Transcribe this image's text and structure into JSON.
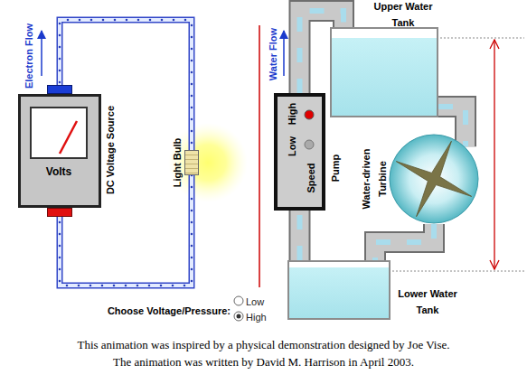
{
  "diagram": {
    "caption": "This animation was inspired by a physical demonstration designed by Joe Vise. The animation was written by David M. Harrison in April 2003.",
    "nodes": [
      {
        "text": [
          "Volts",
          "DC Voltage Source"
        ]
      },
      {
        "text": [
          "Light Bulb"
        ]
      },
      {
        "text": [
          "Low",
          "High",
          "Speed",
          "Pump"
        ]
      },
      {
        "text": [
          "Upper Water Tank"
        ]
      },
      {
        "text": [
          "Water-driven Turbine"
        ]
      },
      {
        "text": [
          "Lower Water Tank"
        ]
      }
    ],
    "edges": [
      {
        "from": 0,
        "to": 1,
        "arrow": "none"
      },
      {
        "from": 1,
        "to": 0,
        "arrow": "none"
      },
      {
        "from": 5,
        "to": 2,
        "arrow": "none"
      },
      {
        "from": 2,
        "to": 3,
        "arrow": "none"
      },
      {
        "from": 3,
        "to": 4,
        "arrow": "none"
      },
      {
        "from": 4,
        "to": 5,
        "arrow": "none"
      }
    ],
    "labels": [
      "Electron Flow",
      "Water Flow",
      "Choose Voltage/Pressure:",
      "Low",
      "High"
    ]
  }
}
